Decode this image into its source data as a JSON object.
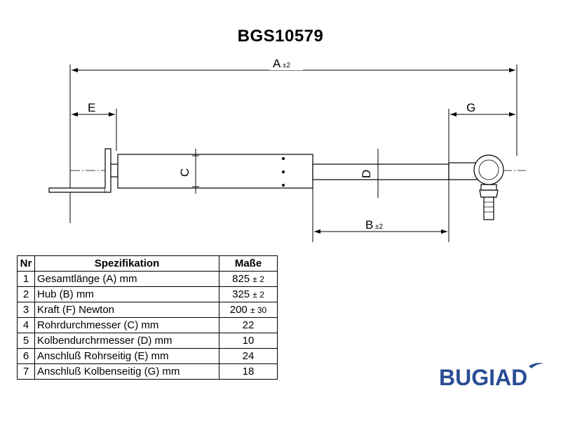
{
  "title": "BGS10579",
  "dimensions": {
    "a_label": "A",
    "a_tol": "±2",
    "b_label": "B",
    "b_tol": "±2",
    "c_label": "C",
    "d_label": "D",
    "e_label": "E",
    "g_label": "G"
  },
  "table": {
    "headers": [
      "Nr",
      "Spezifikation",
      "Maße"
    ],
    "rows": [
      {
        "nr": "1",
        "spec": "Gesamtlänge (A) mm",
        "value": "825",
        "tol": "± 2"
      },
      {
        "nr": "2",
        "spec": "Hub (B)  mm",
        "value": "325",
        "tol": "± 2"
      },
      {
        "nr": "3",
        "spec": "Kraft (F) Newton",
        "value": "200",
        "tol": "± 30"
      },
      {
        "nr": "4",
        "spec": "Rohrdurchmesser (C) mm",
        "value": "22",
        "tol": ""
      },
      {
        "nr": "5",
        "spec": "Kolbendurchrmesser (D) mm",
        "value": "10",
        "tol": ""
      },
      {
        "nr": "6",
        "spec": "Anschluß Rohrseitig (E) mm",
        "value": "24",
        "tol": ""
      },
      {
        "nr": "7",
        "spec": "Anschluß Kolbenseitig (G) mm",
        "value": "18",
        "tol": ""
      }
    ]
  },
  "logo": {
    "text": "BUGIAD",
    "color": "#2a4d94"
  }
}
